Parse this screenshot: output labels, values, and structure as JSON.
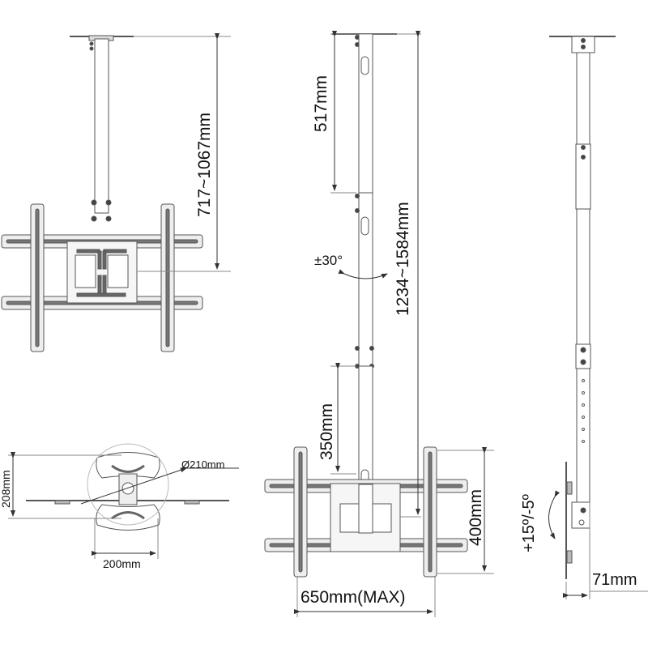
{
  "diagram": {
    "type": "technical-drawing",
    "subject": "Ceiling TV mount dimensions",
    "colors": {
      "line": "#555555",
      "fill": "#eeeeee",
      "dark": "#444444",
      "text": "#111111",
      "background": "#ffffff"
    },
    "views": {
      "front_short": {
        "height_label": "717~1067mm"
      },
      "top_plate": {
        "diameter_label": "Ø210mm",
        "height_label": "208mm",
        "width_label": "200mm"
      },
      "front_long": {
        "upper_pole_label": "517mm",
        "total_height_label": "1234~1584mm",
        "rotation_label": "±30°",
        "lower_pole_label": "350mm",
        "vesa_height_label": "400mm",
        "vesa_width_label": "650mm(MAX)"
      },
      "side": {
        "tilt_label": "+15º/-5º",
        "depth_label": "71mm"
      }
    }
  }
}
